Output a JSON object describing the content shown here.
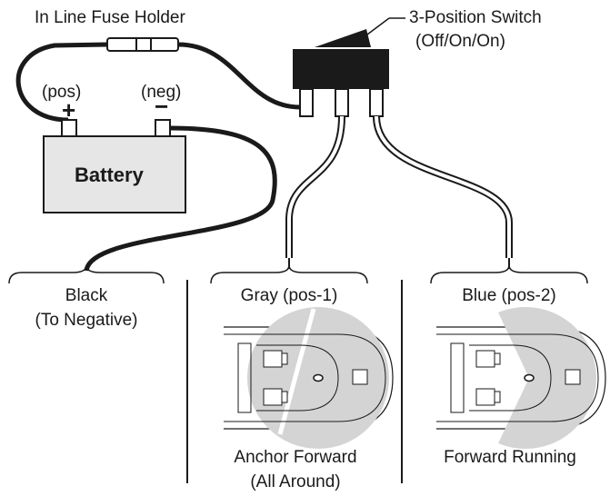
{
  "labels": {
    "fuse_holder": "In Line Fuse Holder",
    "switch_line1": "3-Position Switch",
    "switch_line2": "(Off/On/On)",
    "pos": "(pos)",
    "neg": "(neg)",
    "plus_sign": "+",
    "minus_sign": "−",
    "battery": "Battery",
    "black_line1": "Black",
    "black_line2": "(To Negative)",
    "gray": "Gray (pos-1)",
    "blue": "Blue (pos-2)",
    "anchor_line1": "Anchor Forward",
    "anchor_line2": "(All Around)",
    "running": "Forward Running"
  },
  "colors": {
    "wire": "#1a1a1a",
    "battery_fill": "#e6e6e6",
    "light_glow": "#d4d4d4",
    "boat_fill": "#ffffff"
  },
  "icons": {
    "battery": "battery-icon",
    "fuse": "fuse-holder-icon",
    "switch": "rocker-switch-icon",
    "boat": "boat-top-view-icon"
  }
}
